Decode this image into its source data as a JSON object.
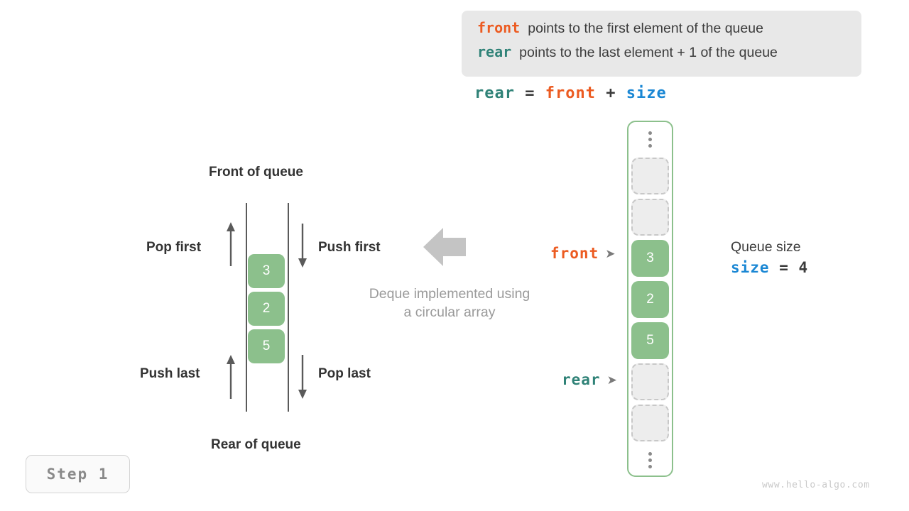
{
  "legend": {
    "lines": [
      {
        "keyword": "front",
        "keyword_color": "#ec5b21",
        "text": "points to the first element of the queue"
      },
      {
        "keyword": "rear",
        "keyword_color": "#2f8277",
        "text": "points to the last element + 1 of the queue"
      }
    ]
  },
  "formula": {
    "lhs": "rear",
    "equals": "=",
    "rhs1": "front",
    "plus": "+",
    "rhs2": "size"
  },
  "deque": {
    "front_label": "Front of queue",
    "rear_label": "Rear of queue",
    "pop_first_label": "Pop first",
    "push_first_label": "Push first",
    "push_last_label": "Push last",
    "pop_last_label": "Pop last",
    "cells": [
      "3",
      "2",
      "5"
    ],
    "caption_line1": "Deque implemented using",
    "caption_line2": "a circular array"
  },
  "array": {
    "slots": [
      {
        "type": "ellipsis",
        "value": ""
      },
      {
        "type": "empty",
        "value": ""
      },
      {
        "type": "empty",
        "value": ""
      },
      {
        "type": "filled",
        "value": "3"
      },
      {
        "type": "filled",
        "value": "2"
      },
      {
        "type": "filled",
        "value": "5"
      },
      {
        "type": "empty",
        "value": ""
      },
      {
        "type": "empty",
        "value": ""
      },
      {
        "type": "ellipsis",
        "value": ""
      }
    ],
    "pointers": {
      "front_label": "front",
      "front_arrow": "➤",
      "rear_label": "rear",
      "rear_arrow": "➤"
    }
  },
  "queue_size": {
    "title": "Queue size",
    "var": "size",
    "equals": "=",
    "value": "4"
  },
  "step_badge": {
    "label": "Step 1"
  },
  "watermark": {
    "text": "www.hello-algo.com"
  },
  "colors": {
    "front": "#ec5b21",
    "rear": "#2f8277",
    "size": "#1a87d4",
    "green": "#8cc08c",
    "legend_bg": "#e8e8e8",
    "muted": "#9a9a9a"
  }
}
